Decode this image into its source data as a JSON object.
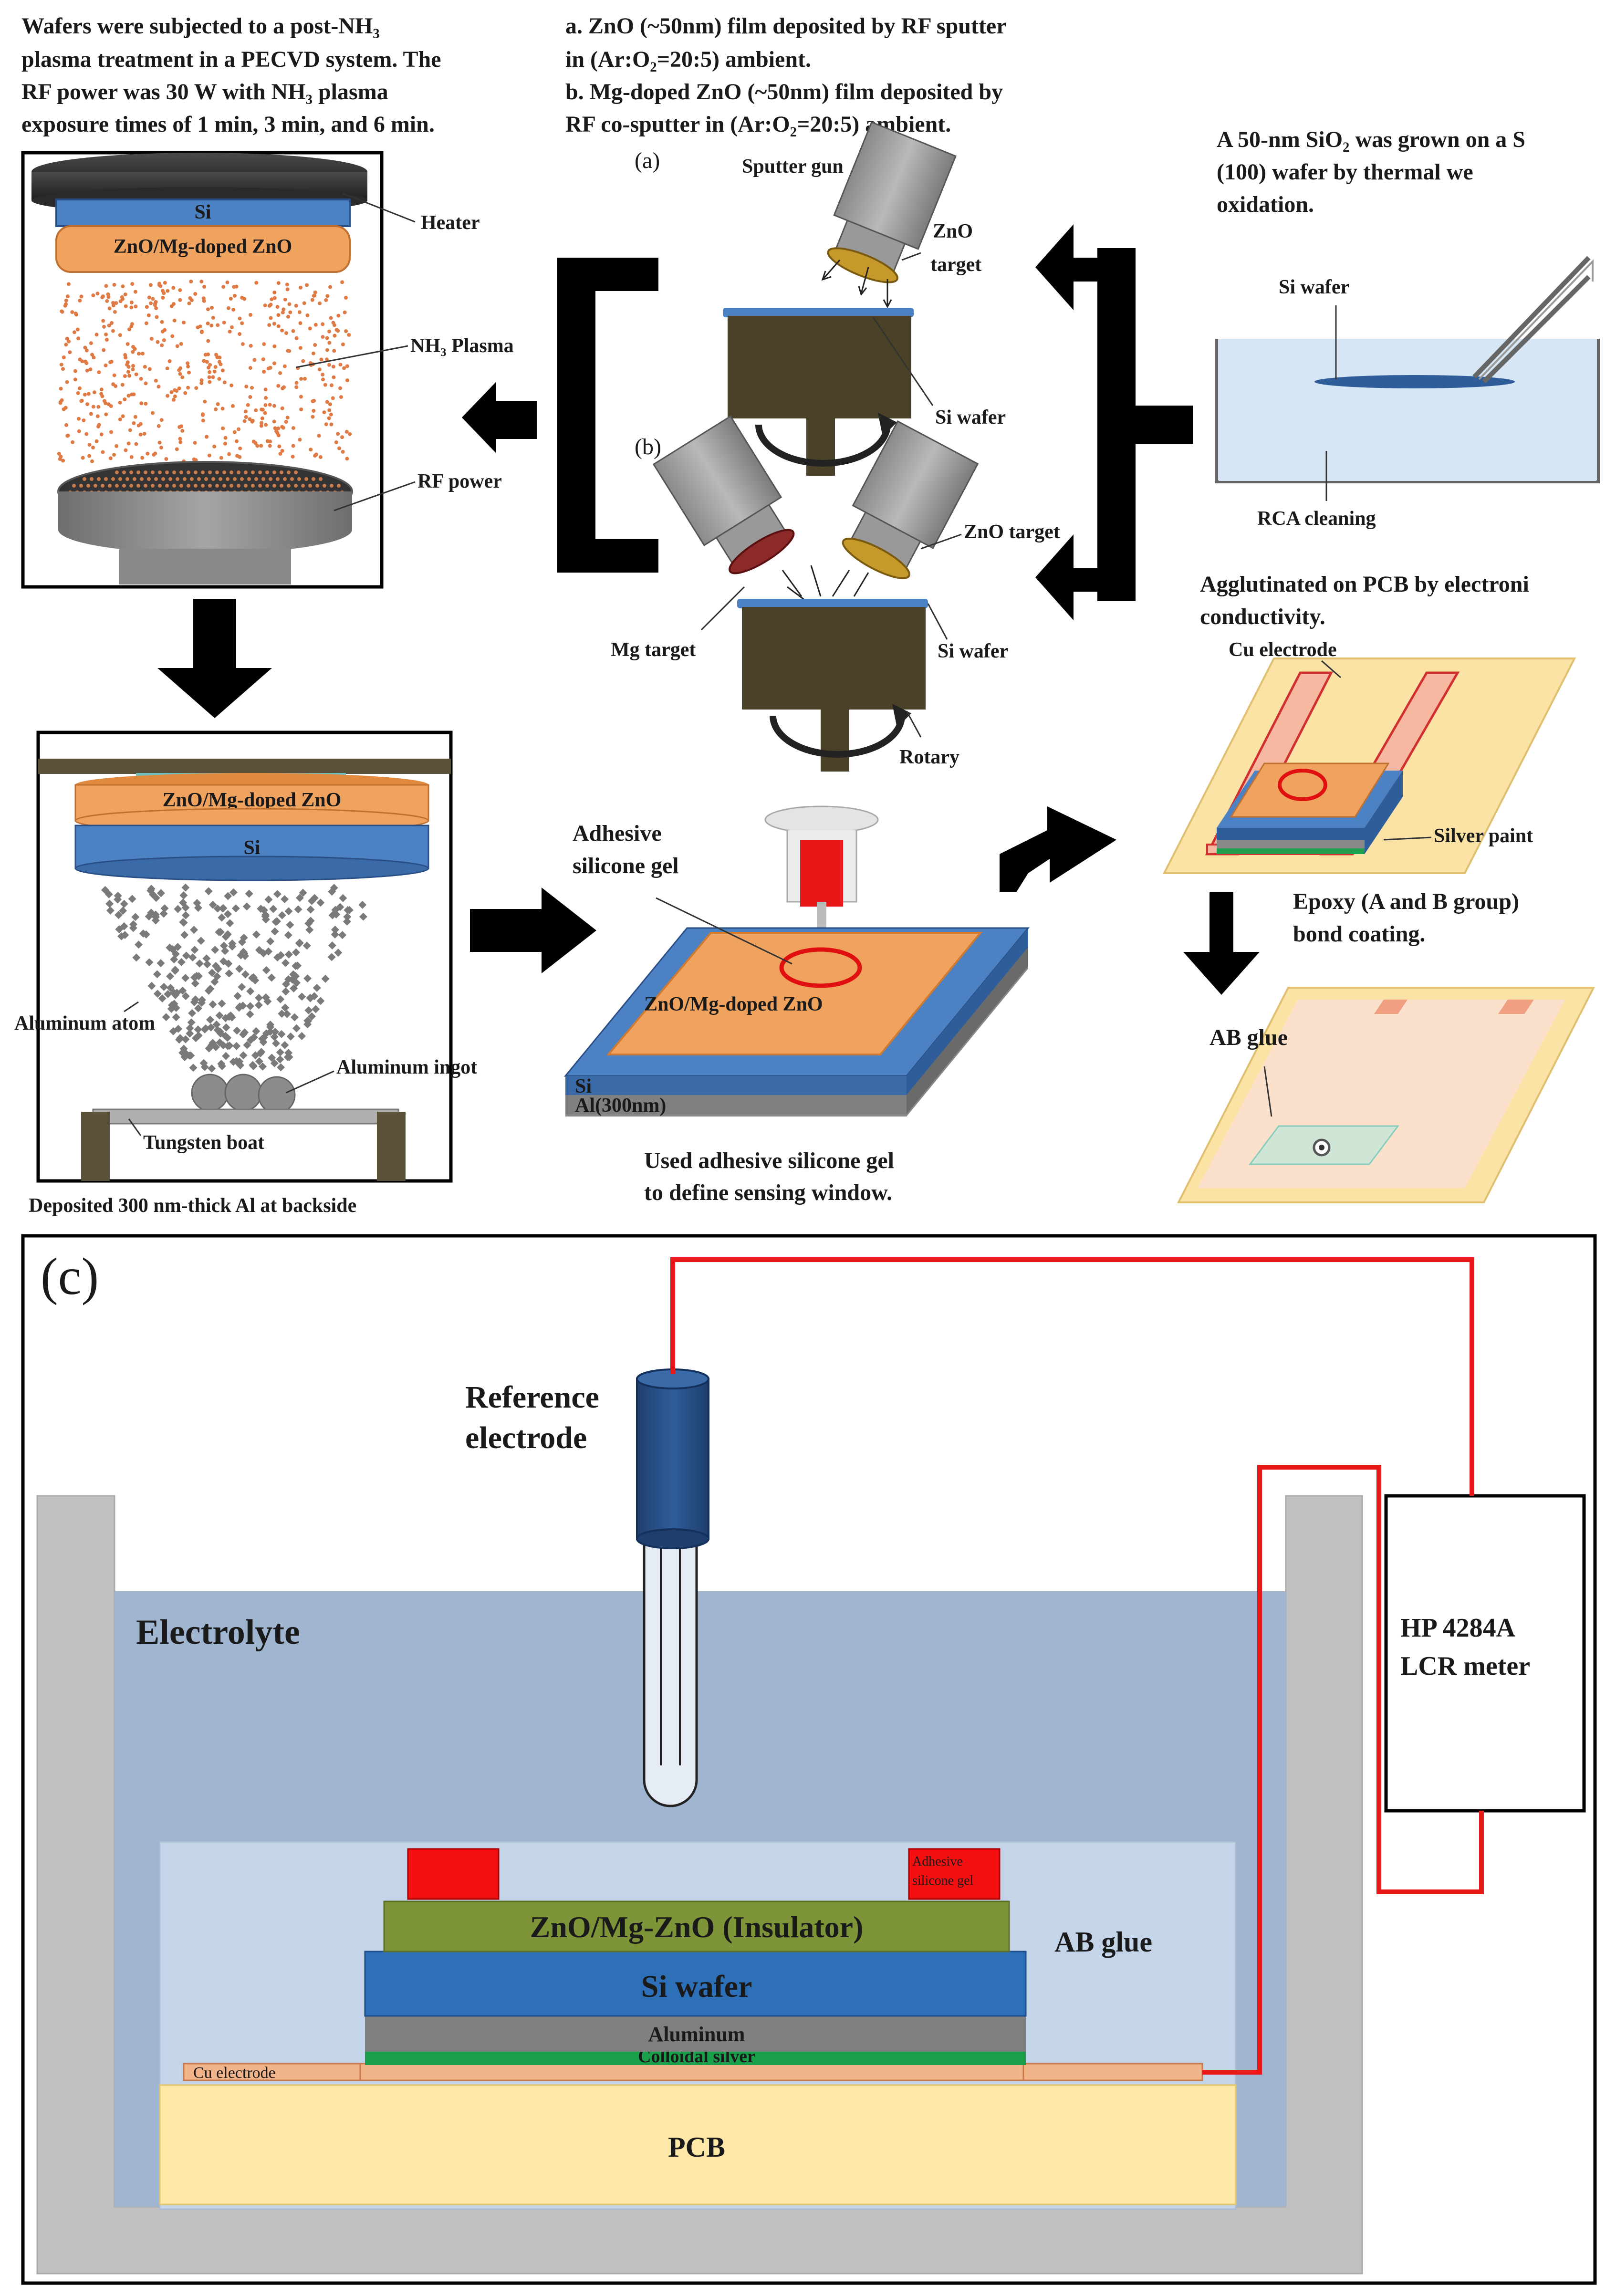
{
  "top_left_note": {
    "line1": "Wafers were subjected to a post-NH₃",
    "line2": "plasma treatment in a PECVD system. The",
    "line3": "RF power was 30 W with NH₃ plasma",
    "line4": "exposure times of 1 min, 3 min, and 6 min."
  },
  "top_center_note": {
    "line1": "a. ZnO (~50nm) film deposited by RF sputter",
    "line2": "in (Ar:O₂=20:5) ambient.",
    "line3": "b. Mg-doped ZnO (~50nm) film deposited by",
    "line4": "RF co-sputter in (Ar:O₂=20:5) ambient."
  },
  "top_right_note": {
    "line1": "A 50-nm SiO₂ was grown on a S",
    "line2": "(100) wafer by thermal we",
    "line3": "oxidation."
  },
  "pecvd": {
    "si": "Si",
    "film": "ZnO/Mg-doped ZnO",
    "heater": "Heater",
    "plasma": "NH₃ Plasma",
    "rf_power": "RF power"
  },
  "sputter": {
    "label_a": "(a)",
    "label_b": "(b)",
    "sputter_gun": "Sputter gun",
    "zno_target_a1": "ZnO",
    "zno_target_a2": "target",
    "si_wafer_a": "Si wafer",
    "zno_target_b": "ZnO target",
    "mg_target": "Mg target",
    "si_wafer_b": "Si wafer",
    "rotary": "Rotary"
  },
  "rca": {
    "si_wafer": "Si wafer",
    "rca_cleaning": "RCA cleaning"
  },
  "evaporation": {
    "film": "ZnO/Mg-doped ZnO",
    "si": "Si",
    "aluminum_atom": "Aluminum atom",
    "aluminum_ingot": "Aluminum ingot",
    "tungsten_boat": "Tungsten boat",
    "caption": "Deposited 300 nm-thick Al at backside"
  },
  "sensing_window": {
    "gel1": "Adhesive",
    "gel2": "silicone gel",
    "film": "ZnO/Mg-doped ZnO",
    "si": "Si",
    "al": "Al(300nm)",
    "caption1": "Used adhesive silicone gel",
    "caption2": "to define sensing window."
  },
  "pcb_mount": {
    "note1": "Agglutinated on PCB by electroni",
    "note2": "conductivity.",
    "cu_electrode": "Cu electrode",
    "silver_paint": "Silver paint",
    "epoxy1": "Epoxy (A and B group)",
    "epoxy2": "bond coating.",
    "ab_glue": "AB glue"
  },
  "panel_c": {
    "label": "(c)",
    "ref1": "Reference",
    "ref2": "electrode",
    "electrolyte": "Electrolyte",
    "meter1": "HP 4284A",
    "meter2": "LCR meter",
    "gel1": "Adhesive",
    "gel2": "silicone gel",
    "insulator": "ZnO/Mg-ZnO (Insulator)",
    "ab_glue": "AB glue",
    "si_wafer": "Si wafer",
    "aluminum": "Aluminum",
    "silver": "Colloidal silver",
    "cu_electrode": "Cu electrode",
    "pcb": "PCB"
  }
}
